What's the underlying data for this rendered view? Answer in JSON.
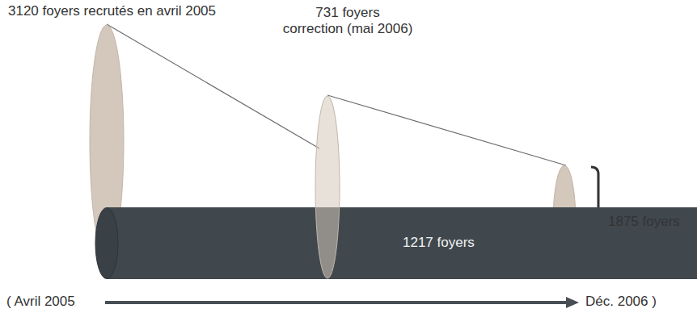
{
  "diagram": {
    "nodes": [
      {
        "text": [
          "3120 foyers recrutés en avril 2005"
        ]
      },
      {
        "text": [
          "731 foyers correction (mai 2006)"
        ]
      },
      {
        "text": [
          "1217 foyers"
        ]
      }
    ],
    "labels": [
      "1875 foyers",
      "( Avril 2005",
      "Déc. 2006 )"
    ]
  }
}
